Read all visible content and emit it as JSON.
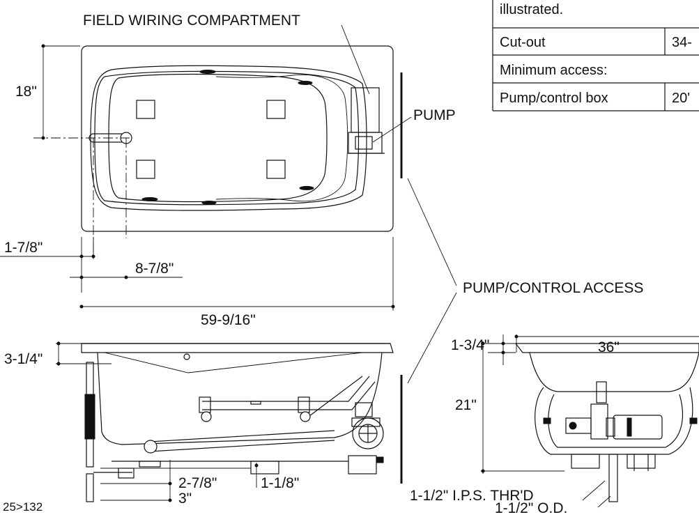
{
  "labels": {
    "field_wiring": "FIELD WIRING COMPARTMENT",
    "pump": "PUMP",
    "pump_control_access": "PUMP/CONTROL ACCESS",
    "thread": "1-1/2\" I.P.S. THR'D",
    "od": "1-1/2\" O.D.",
    "part_code": "25>132"
  },
  "dimensions": {
    "d18": "18\"",
    "d1_7_8": "1-7/8\"",
    "d8_7_8": "8-7/8\"",
    "d59_9_16": "59-9/16\"",
    "d3_1_4": "3-1/4\"",
    "d2_7_8": "2-7/8\"",
    "d3": "3\"",
    "d1_1_8": "1-1/8\"",
    "d1_3_4": "1-3/4\"",
    "d36": "36\"",
    "d21": "21\""
  },
  "table": {
    "note": "illustrated.",
    "rows": [
      {
        "label": "Cut-out",
        "value": "34-"
      },
      {
        "label": "Minimum access:",
        "value": ""
      },
      {
        "label": "Pump/control box",
        "value": "20'"
      }
    ]
  }
}
